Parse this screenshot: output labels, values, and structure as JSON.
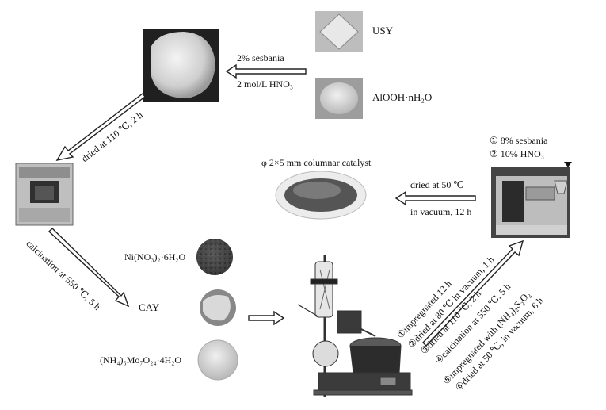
{
  "materials": {
    "usy": "USY",
    "alooh": "AlOOH·nH₂O",
    "ni_salt": "Ni(NO₃)₂·6H₂O",
    "cay": "CAY",
    "mo_salt": "(NH₄)₆Mo₇O₂₄·4H₂O"
  },
  "mixing": {
    "line1": "2% sesbania",
    "line2": "2 mol/L HNO₃"
  },
  "drying1": "dried at 110 ℃, 2 h",
  "calcination": "calcination at 550 ℃, 5 h",
  "extruder_additives": {
    "item1": "①  8% sesbania",
    "item2": "②  10% HNO₃"
  },
  "catalyst_label": "φ 2×5 mm columnar catalyst",
  "vacuum_drying": {
    "line1": "dried at 50 ℃",
    "line2": "in vacuum, 12 h"
  },
  "impregnation_steps": [
    "①impregnated 12 h",
    "②dried at 80 ℃ in vacuum, 1 h",
    "③dried at 110 ℃, 2 h",
    "④calcination at 550 ℃, 5 h",
    "⑤impregnated with (NH₄)₂S₂O₃",
    "⑥dried at 50 ℃, in vacuum, 6 h"
  ]
}
